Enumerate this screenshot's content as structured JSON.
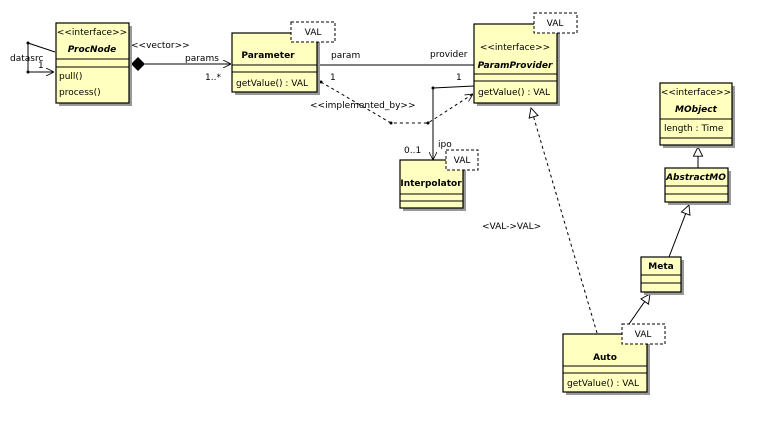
{
  "classes": {
    "procnode": {
      "stereotype": "<<interface>>",
      "name": "ProcNode",
      "ops": [
        "pull()",
        "process()"
      ]
    },
    "parameter": {
      "name": "Parameter",
      "template": "VAL",
      "ops": [
        "getValue() : VAL"
      ]
    },
    "paramprovider": {
      "stereotype": "<<interface>>",
      "name": "ParamProvider",
      "template": "VAL",
      "ops": [
        "getValue() : VAL"
      ]
    },
    "interpolator": {
      "name": "Interpolator",
      "template": "VAL"
    },
    "mobject": {
      "stereotype": "<<interface>>",
      "name": "MObject",
      "attrs": [
        "length : Time"
      ]
    },
    "abstractmo": {
      "name": "AbstractMO"
    },
    "meta": {
      "name": "Meta"
    },
    "auto": {
      "name": "Auto",
      "template": "VAL",
      "ops": [
        "getValue() : VAL"
      ]
    }
  },
  "edges": {
    "datasrc": {
      "role": "datasrc",
      "mult": "1"
    },
    "params": {
      "stereotype": "<<vector>>",
      "role": "params",
      "mult": "1..*"
    },
    "param_provider": {
      "role_a": "param",
      "mult_a": "1",
      "role_b": "provider",
      "mult_b": "1"
    },
    "ipo": {
      "role": "ipo",
      "mult": "0..1"
    },
    "implemented_by": {
      "stereotype": "<<implemented_by>>"
    },
    "binding": {
      "label": "<VAL->VAL>"
    }
  },
  "colors": {
    "class_fill": "#ffffc0",
    "shadow": "#999999"
  }
}
